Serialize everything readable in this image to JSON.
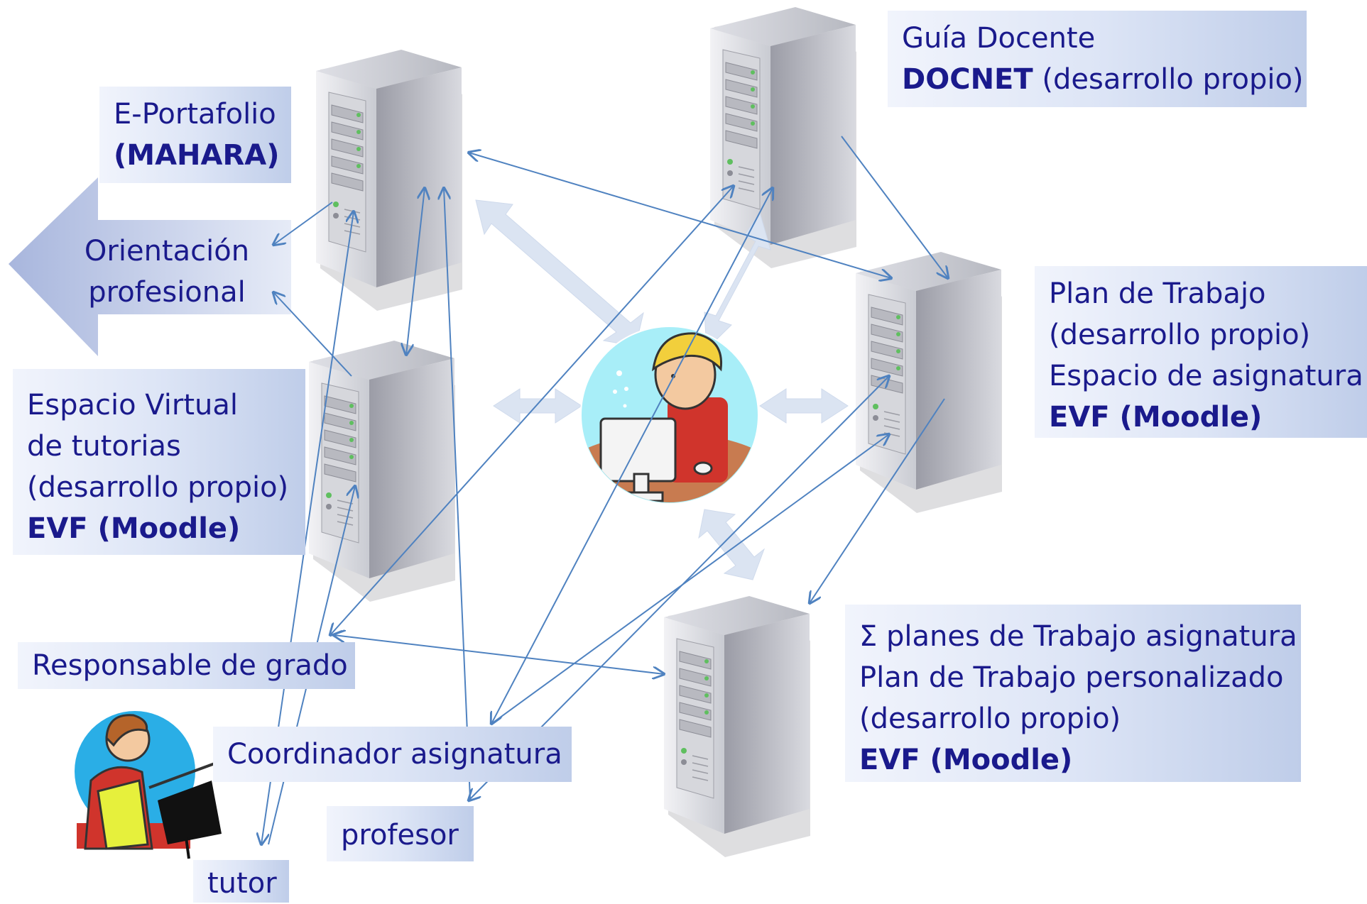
{
  "nodes": {
    "eportafolio": {
      "line1": "E-Portafolio",
      "line2": "(MAHARA)"
    },
    "guia": {
      "line1": "Guía Docente",
      "line2_bold": "DOCNET",
      "line2_rest": " (desarrollo propio)"
    },
    "plan": {
      "line1": "Plan de Trabajo",
      "line2": "(desarrollo propio)",
      "line3": "Espacio de asignatura",
      "line4": "EVF (Moodle)"
    },
    "espacio": {
      "line1": "Espacio Virtual",
      "line2": "de tutorias",
      "line3": "(desarrollo propio)",
      "line4": "EVF (Moodle)"
    },
    "sigma": {
      "line1": "Σ planes de Trabajo asignatura",
      "line2": "Plan de Trabajo personalizado",
      "line3": "(desarrollo propio)",
      "line4": "EVF (Moodle)"
    },
    "orientacion": {
      "line1": "Orientación",
      "line2": "profesional"
    }
  },
  "roles": {
    "responsable": "Responsable de grado",
    "coordinador": "Coordinador asignatura",
    "profesor": "profesor",
    "tutor": "tutor"
  },
  "colors": {
    "text": "#1a1a8c",
    "arrow_line": "#4f82c0",
    "wide_arrow": "#dbe4f2",
    "box_light": "#f1f4fc",
    "box_dark": "#bfcde9"
  }
}
